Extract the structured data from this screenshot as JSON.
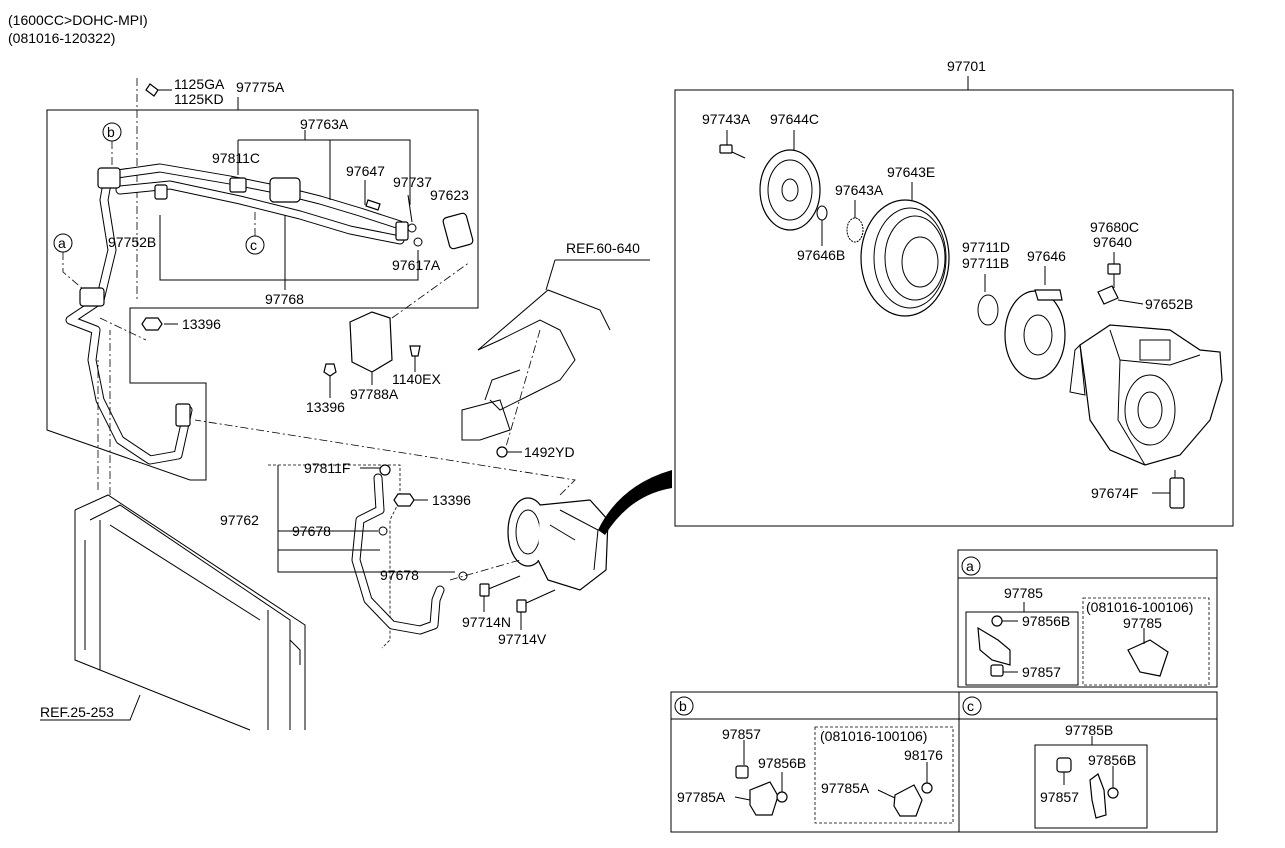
{
  "header": {
    "engine": "(1600CC>DOHC-MPI)",
    "date_range": "(081016-120322)"
  },
  "labels": {
    "p1125GA": "1125GA",
    "p1125KD": "1125KD",
    "p97775A": "97775A",
    "p97763A": "97763A",
    "p97811C": "97811C",
    "p97647": "97647",
    "p97737": "97737",
    "p97623": "97623",
    "p97752B": "97752B",
    "p97617A": "97617A",
    "p97768": "97768",
    "p13396_a": "13396",
    "p13396_b": "13396",
    "p13396_c": "13396",
    "p97788A": "97788A",
    "p1140EX": "1140EX",
    "ref60640": "REF.60-640",
    "p1492YD": "1492YD",
    "p97811F": "97811F",
    "p97762": "97762",
    "p97678_a": "97678",
    "p97678_b": "97678",
    "p97714N": "97714N",
    "p97714V": "97714V",
    "ref25253": "REF.25-253",
    "p97701": "97701",
    "p97743A": "97743A",
    "p97644C": "97644C",
    "p97643A": "97643A",
    "p97643E": "97643E",
    "p97646B": "97646B",
    "p97711D": "97711D",
    "p97711B": "97711B",
    "p97646": "97646",
    "p97680C": "97680C",
    "p97640": "97640",
    "p97652B": "97652B",
    "p97674F": "97674F"
  },
  "callouts": {
    "a": "a",
    "b": "b",
    "c": "c"
  },
  "detail_a": {
    "tag": "a",
    "p97785": "97785",
    "p97856B": "97856B",
    "p97857": "97857",
    "alt_range": "(081016-100106)",
    "alt_97785": "97785"
  },
  "detail_b": {
    "tag": "b",
    "p97857": "97857",
    "p97856B": "97856B",
    "p97785A": "97785A",
    "alt_range": "(081016-100106)",
    "alt_98176": "98176",
    "alt_97785A": "97785A"
  },
  "detail_c": {
    "tag": "c",
    "p97785B": "97785B",
    "p97856B": "97856B",
    "p97857": "97857"
  }
}
